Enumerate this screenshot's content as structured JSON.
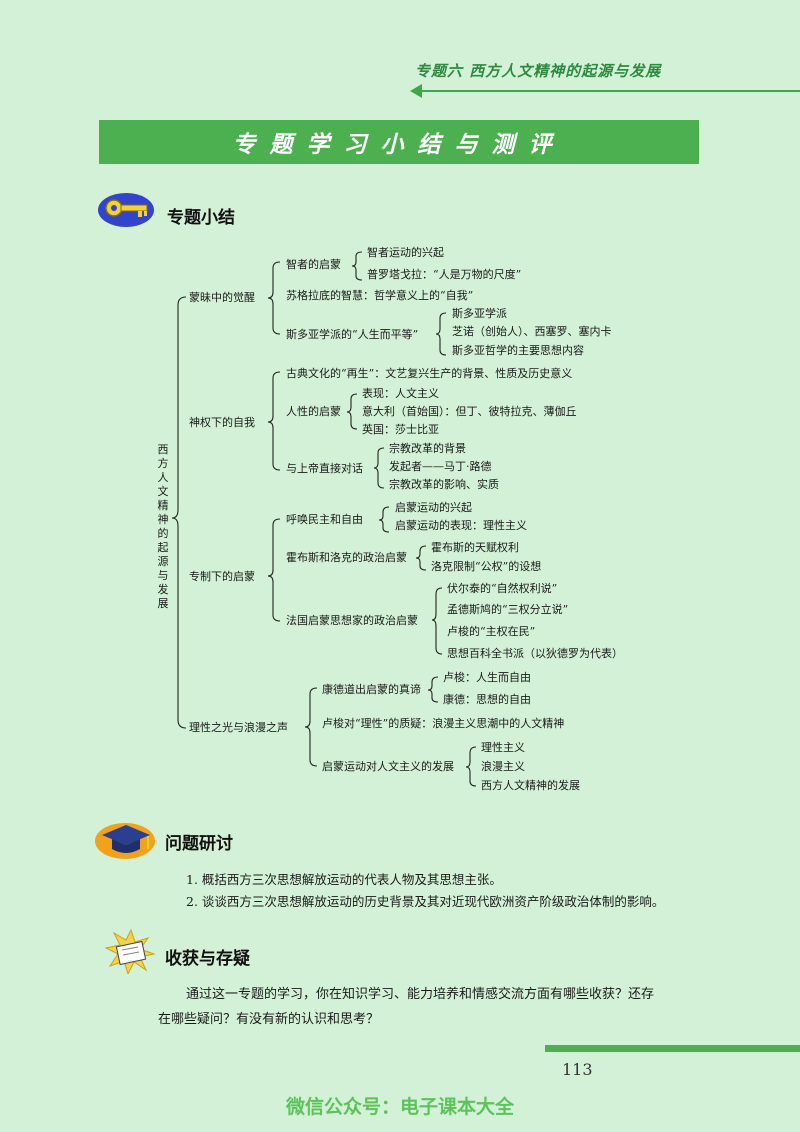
{
  "header": {
    "title": "专题六  西方人文精神的起源与发展"
  },
  "banner": {
    "title": "专题学习小结与测评"
  },
  "sections": {
    "summary": "专题小结",
    "discussion": "问题研讨",
    "gains": "收获与存疑"
  },
  "mindmap": {
    "root": "西方人文精神的起源与发展",
    "b1": {
      "label": "蒙昧中的觉醒",
      "c1": "智者的启蒙",
      "c1a": "智者运动的兴起",
      "c1b": "普罗塔戈拉：“人是万物的尺度”",
      "c2": "苏格拉底的智慧：哲学意义上的“自我”",
      "c3": "斯多亚学派的“人生而平等”",
      "c3a": "斯多亚学派",
      "c3b": "芝诺（创始人）、西塞罗、塞内卡",
      "c3c": "斯多亚哲学的主要思想内容"
    },
    "b2": {
      "label": "神权下的自我",
      "c1": "古典文化的“再生”：文艺复兴生产的背景、性质及历史意义",
      "c2": "人性的启蒙",
      "c2a": "表现：人文主义",
      "c2b": "意大利（首始国）：但丁、彼特拉克、薄伽丘",
      "c2c": "英国：莎士比亚",
      "c3": "与上帝直接对话",
      "c3a": "宗教改革的背景",
      "c3b": "发起者——马丁·路德",
      "c3c": "宗教改革的影响、实质"
    },
    "b3": {
      "label": "专制下的启蒙",
      "c1": "呼唤民主和自由",
      "c1a": "启蒙运动的兴起",
      "c1b": "启蒙运动的表现：理性主义",
      "c2": "霍布斯和洛克的政治启蒙",
      "c2a": "霍布斯的天赋权利",
      "c2b": "洛克限制“公权”的设想",
      "c3": "法国启蒙思想家的政治启蒙",
      "c3a": "伏尔泰的“自然权利说”",
      "c3b": "孟德斯鸠的“三权分立说”",
      "c3c": "卢梭的“主权在民”",
      "c3d": "思想百科全书派（以狄德罗为代表）"
    },
    "b4": {
      "label": "理性之光与浪漫之声",
      "c1": "康德道出启蒙的真谛",
      "c1a": "卢梭：人生而自由",
      "c1b": "康德：思想的自由",
      "c2": "卢梭对“理性”的质疑：浪漫主义思潮中的人文精神",
      "c3": "启蒙运动对人文主义的发展",
      "c3a": "理性主义",
      "c3b": "浪漫主义",
      "c3c": "西方人文精神的发展"
    }
  },
  "questions": [
    "1. 概括西方三次思想解放运动的代表人物及其思想主张。",
    "2. 谈谈西方三次思想解放运动的历史背景及其对近现代欧洲资产阶级政治体制的影响。"
  ],
  "reflection": {
    "line1": "通过这一专题的学习，你在知识学习、能力培养和情感交流方面有哪些收获？还存",
    "line2": "在哪些疑问？有没有新的认识和思考？"
  },
  "footer": {
    "page_number": "113",
    "watermark": "微信公众号：电子课本大全"
  }
}
